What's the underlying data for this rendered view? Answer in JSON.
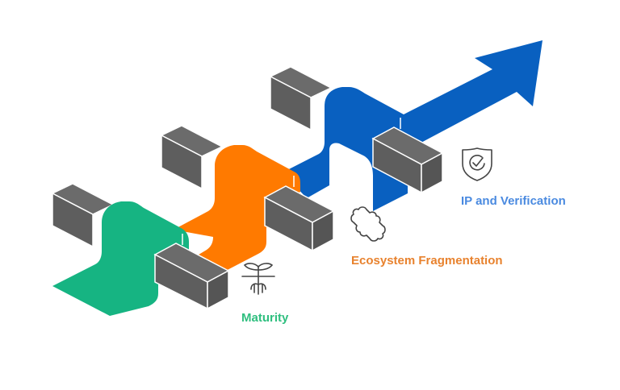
{
  "diagram": {
    "title": "",
    "stages": [
      {
        "id": "maturity",
        "label": "Maturity",
        "icon": "sprout-icon",
        "color": "#16b482",
        "label_color": "#2fbf7f"
      },
      {
        "id": "ecosystem",
        "label": "Ecosystem Fragmentation",
        "icon": "puzzle-piece-icon",
        "color": "#ff7a00",
        "label_color": "#e8822e"
      },
      {
        "id": "ip",
        "label": "IP and Verification",
        "icon": "shield-check-icon",
        "color": "#0960c0",
        "label_color": "#4a8ae0"
      }
    ],
    "block_color": "#636363",
    "icon_color": "#444444"
  }
}
